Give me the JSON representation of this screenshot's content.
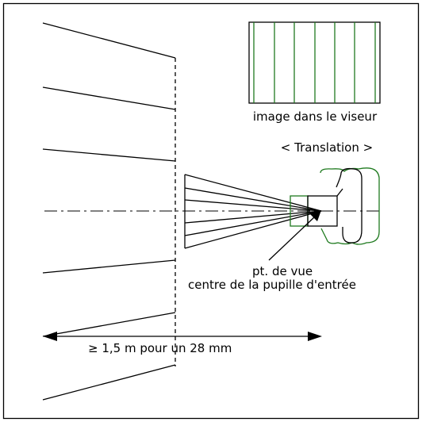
{
  "labels": {
    "viewfinder_caption": "image dans le viseur",
    "translation": "< Translation >",
    "viewpoint_line1": "pt. de vue",
    "viewpoint_line2": "centre de la pupille d'entrée",
    "distance": "≥ 1,5 m pour un 28 mm"
  },
  "colors": {
    "line": "#000000",
    "green": "#1f7a1f",
    "background": "#ffffff"
  }
}
